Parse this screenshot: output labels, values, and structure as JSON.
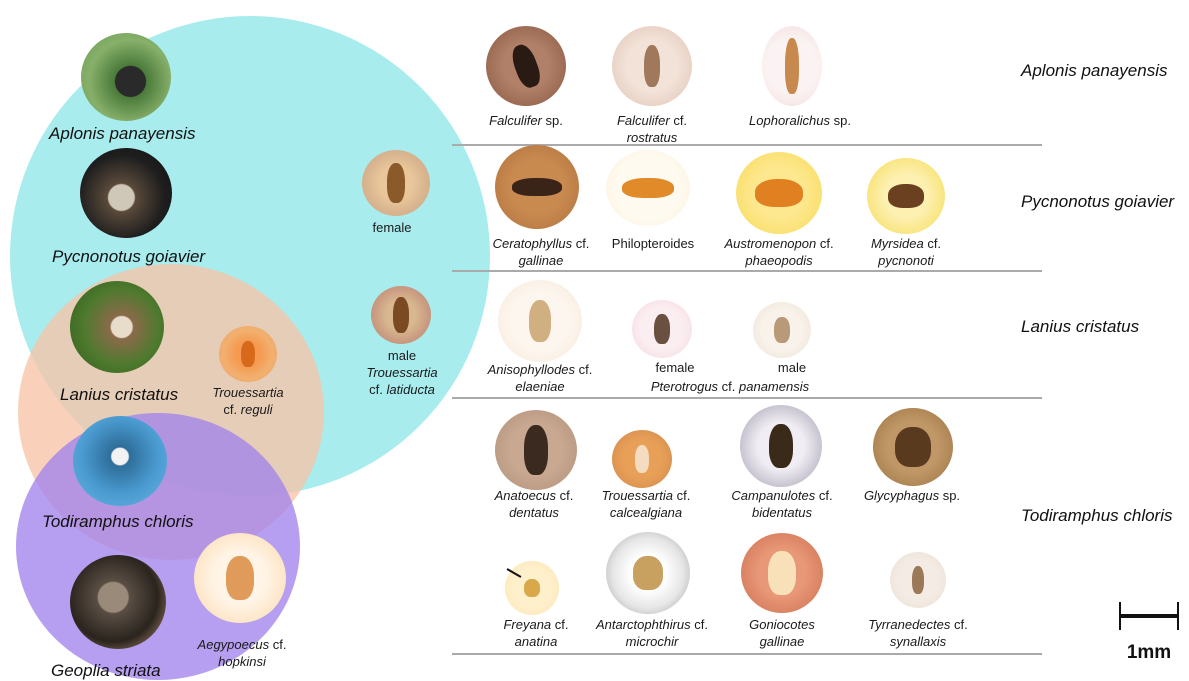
{
  "colors": {
    "aplonis_circle": "#a8ecee",
    "lanius_circle": "#f9cfb8",
    "todiramphus_circle": "#b39cf0",
    "separator": "#aaaaaa"
  },
  "venn": {
    "birds": [
      {
        "key": "aplonis",
        "label": "Aplonis panayensis"
      },
      {
        "key": "pycnonotus",
        "label": "Pycnonotus goiavier"
      },
      {
        "key": "lanius",
        "label": "Lanius cristatus"
      },
      {
        "key": "todiramphus",
        "label": "Todiramphus chloris"
      },
      {
        "key": "geoplia",
        "label": "Geoplia striata"
      }
    ],
    "shared_mites": {
      "trouessartia_female_note": "female",
      "trouessartia_male_note": "male",
      "trouessartia_latiducta_genus": "Trouessartia",
      "trouessartia_latiducta_species": "cf. latiducta",
      "trouessartia_reguli_genus": "Trouessartia",
      "trouessartia_reguli_species": "cf. reguli",
      "aegypoecus_genus": "Aegypoecus",
      "aegypoecus_cf": " cf.",
      "aegypoecus_species": "hopkinsi"
    }
  },
  "rows": [
    {
      "host": "Aplonis panayensis"
    },
    {
      "host": "Pycnonotus goiavier"
    },
    {
      "host": "Lanius cristatus"
    },
    {
      "host": "Todiramphus chloris"
    }
  ],
  "specimens": {
    "falculifer_sp_genus": "Falculifer",
    "falculifer_sp_suffix": " sp.",
    "falculifer_rost_genus": "Falculifer",
    "falculifer_rost_cf": " cf.",
    "falculifer_rost_species": "rostratus",
    "lophoralichus_genus": "Lophoralichus",
    "lophoralichus_suffix": " sp.",
    "ceratophyllus_genus": "Ceratophyllus",
    "ceratophyllus_cf": " cf.",
    "ceratophyllus_species": "gallinae",
    "philopteroides": "Philopteroides",
    "austromenopon_genus": "Austromenopon",
    "austromenopon_cf": " cf.",
    "austromenopon_species": "phaeopodis",
    "myrsidea_genus": "Myrsidea",
    "myrsidea_cf": " cf.",
    "myrsidea_species": "pycnonoti",
    "anisophyllodes_genus": "Anisophyllodes",
    "anisophyllodes_cf": " cf.",
    "anisophyllodes_species": "elaeniae",
    "pterotrogus_female": "female",
    "pterotrogus_male": "male",
    "pterotrogus_genus": "Pterotrogus",
    "pterotrogus_rest": " cf. panamensis",
    "anatoecus_genus": "Anatoecus",
    "anatoecus_cf": " cf.",
    "anatoecus_species": "dentatus",
    "trouessartia_calc_genus": "Trouessartia",
    "trouessartia_calc_cf": " cf.",
    "trouessartia_calc_species": "calcealgiana",
    "campanulotes_genus": "Campanulotes",
    "campanulotes_cf": " cf.",
    "campanulotes_species": "bidentatus",
    "glycyphagus_genus": "Glycyphagus",
    "glycyphagus_suffix": " sp.",
    "freyana_genus": "Freyana",
    "freyana_cf": " cf.",
    "freyana_species": "anatina",
    "antarctophthirus_genus": "Antarctophthirus",
    "antarctophthirus_cf": " cf.",
    "antarctophthirus_species": "microchir",
    "goniocotes_genus": "Goniocotes",
    "goniocotes_species": "gallinae",
    "tyrranedectes_genus": "Tyrranedectes",
    "tyrranedectes_cf": " cf.",
    "tyrranedectes_species": "synallaxis"
  },
  "scale_bar": {
    "label": "1mm"
  }
}
